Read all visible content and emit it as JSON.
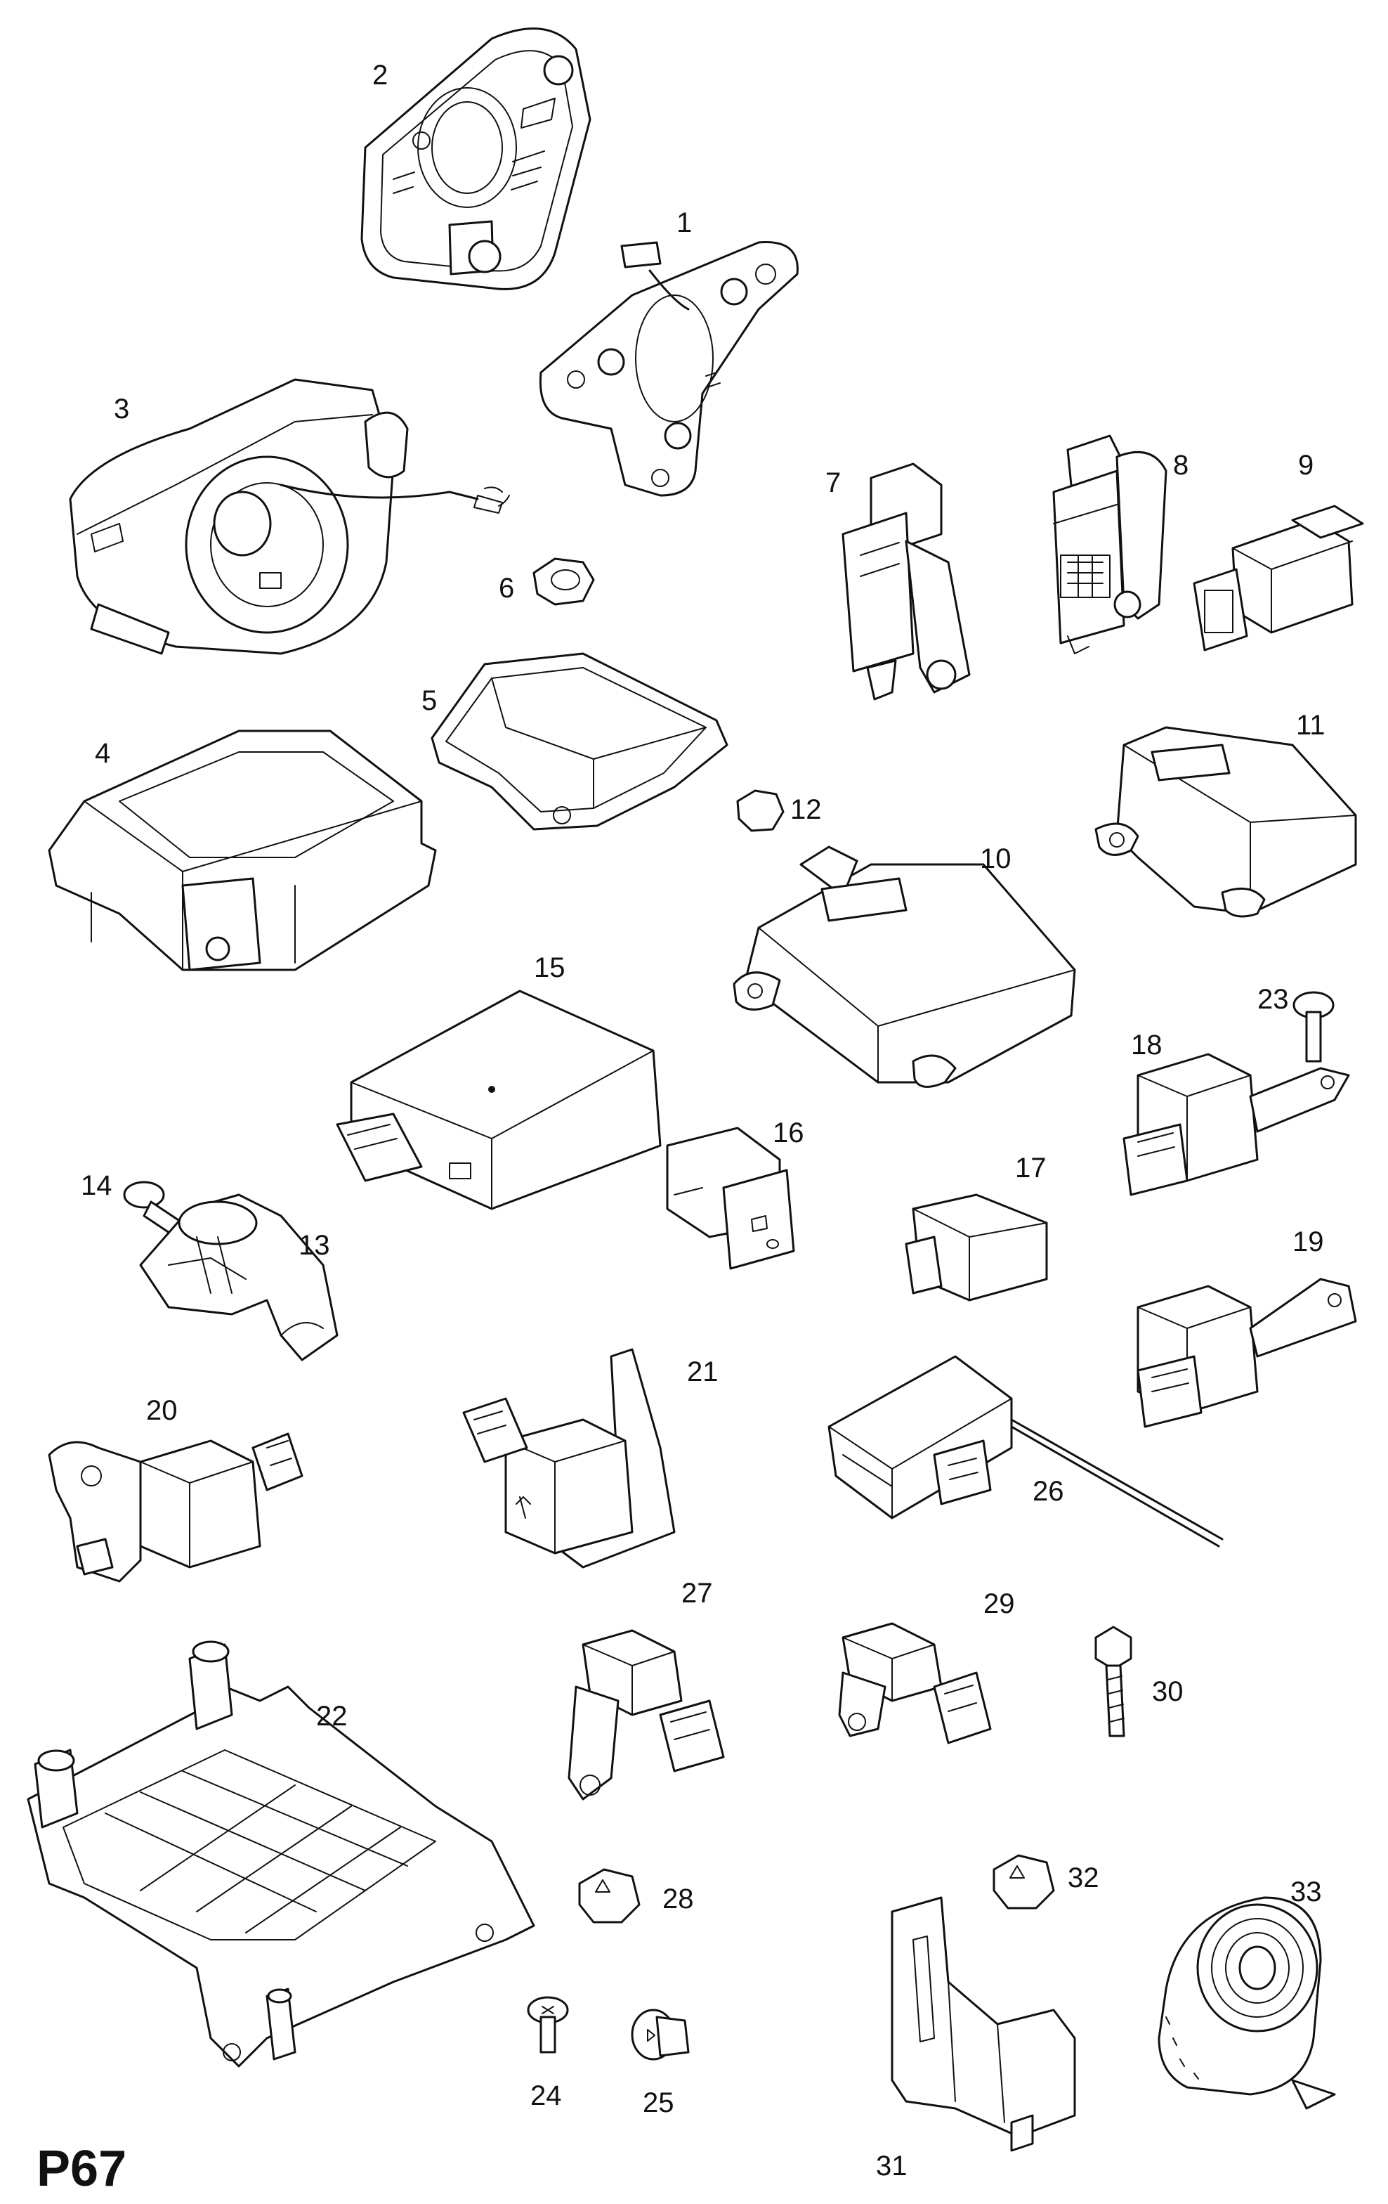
{
  "page_code": "P67",
  "callouts": [
    "1",
    "2",
    "3",
    "4",
    "5",
    "6",
    "7",
    "8",
    "9",
    "10",
    "11",
    "12",
    "13",
    "14",
    "15",
    "16",
    "17",
    "18",
    "19",
    "20",
    "21",
    "22",
    "23",
    "24",
    "25",
    "26",
    "27",
    "28",
    "29",
    "30",
    "31",
    "32",
    "33"
  ]
}
